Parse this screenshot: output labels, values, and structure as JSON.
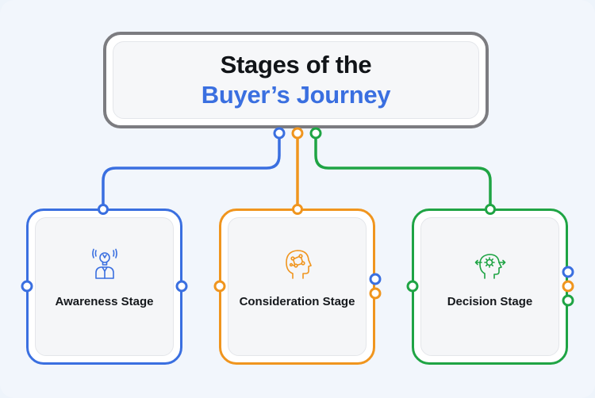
{
  "title": {
    "line1": "Stages of the",
    "line2": "Buyer’s Journey"
  },
  "colors": {
    "blue": "#3a6fe0",
    "orange": "#f0951e",
    "green": "#1fa444",
    "gray": "#7c7c80"
  },
  "stages": [
    {
      "label": "Awareness Stage",
      "icon": "lightbulb-person-icon",
      "color": "#3a6fe0"
    },
    {
      "label": "Consideration Stage",
      "icon": "head-network-icon",
      "color": "#f0951e"
    },
    {
      "label": "Decision Stage",
      "icon": "head-gear-arrows-icon",
      "color": "#1fa444"
    }
  ]
}
